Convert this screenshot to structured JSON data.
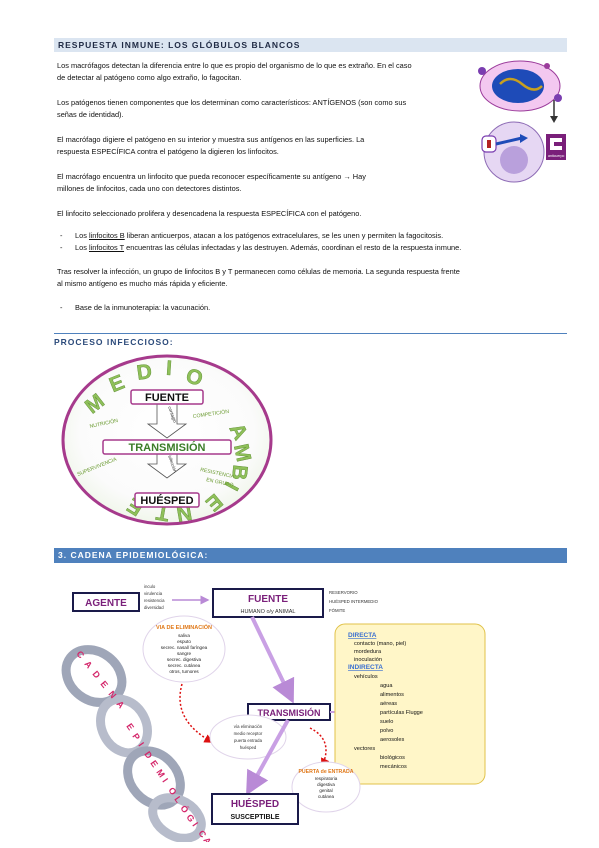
{
  "section1": {
    "header": "RESPUESTA INMUNE: LOS GLÓBULOS BLANCOS",
    "p1": "Los macrófagos detectan la diferencia entre lo que es propio del organismo de lo que es extraño. En el caso",
    "p1b": "de detectar al patógeno como algo extraño, lo fagocitan.",
    "p2": "Los patógenos tienen componentes que los determinan como característicos: ANTÍGENOS (son como sus",
    "p2b": "señas de identidad).",
    "p3": "El macrófago digiere el patógeno en su interior y muestra sus antígenos en las superficies. La",
    "p3b": "respuesta ESPECÍFICA contra el patógeno la digieren los linfocitos.",
    "p4": "El macrófago encuentra un linfocito que pueda reconocer específicamente su antígeno → Hay",
    "p4b": "millones de linfocitos, cada uno con detectores distintos.",
    "p5": "El linfocito seleccionado prolifera y desencadena la respuesta ESPECÍFICA con el patógeno.",
    "b1_pre": "Los ",
    "b1_u": "linfocitos B",
    "b1_post": " liberan anticuerpos, atacan a los patógenos extracelulares, se les unen y permiten la fagocitosis.",
    "b2_pre": "Los ",
    "b2_u": "linfocitos T",
    "b2_post": " encuentras las células infectadas y las destruyen. Además, coordinan el resto de la respuesta inmune.",
    "p6": "Tras resolver la infección, un grupo de linfocitos B y T permanecen como células de memoria. La segunda respuesta frente",
    "p6b": "al mismo antígeno es mucho más rápida y eficiente.",
    "b3": "Base de la inmunoterapia: la vacunación.",
    "dash": "-",
    "illus_label": "anticuerpo"
  },
  "section2": {
    "header": "PROCESO INFECCIOSO:",
    "arc_letters": [
      "M",
      "E",
      "D",
      "I",
      "O",
      "A",
      "M",
      "B",
      "I",
      "E",
      "N",
      "T",
      "E"
    ],
    "fuente": "FUENTE",
    "transmision": "TRANSMISIÓN",
    "huesped": "HUÉSPED",
    "contagio": "contagio",
    "infeccion": "infección",
    "nutricion": "NUTRICIÓN",
    "competicion": "COMPETICIÓN",
    "supervivencia": "SUPERVIVENCIA",
    "resistencia": "RESISTENCIA",
    "en_grupo": "EN GRUPO"
  },
  "section3": {
    "header": "3. CADENA EPIDEMIOLÓGICA:",
    "agente": "AGENTE",
    "agente_notes": [
      "inculo",
      "virulencia",
      "resistencia",
      "diversidad"
    ],
    "fuente": "FUENTE",
    "fuente_sub": "HUMANO  o/y  ANIMAL",
    "fuente_notes": [
      "RESERVORIO",
      "HUÉSPED INTERMEDIO",
      "FÓMITE"
    ],
    "via_title": "VIA DE ELIMINACIÓN",
    "via_items": [
      "saliva",
      "esputo",
      "secrec. nasal/ faríngea",
      "sangre",
      "secrec. digestiva",
      "secrec. cutánea",
      "otros, tumores"
    ],
    "transmision": "TRANSMISIÓN",
    "trans_notes": [
      "vía eliminación",
      "medio receptor",
      "puerta entrada",
      "huésped"
    ],
    "directa_title": "DIRECTA",
    "directa_items": [
      "contacto (mano, piel)",
      "mordedura",
      "inoculación"
    ],
    "indirecta_title": "INDIRECTA",
    "vehiculos": "vehículos",
    "veh_items": [
      "agua",
      "alimentos",
      "aéreas",
      "partículas Flugge",
      "suelo",
      "polvo",
      "aerosoles"
    ],
    "vectores": "vectores",
    "vec_items": [
      "biológicos",
      "mecánicos"
    ],
    "puerta_title": "PUERTA de ENTRADA",
    "puerta_items": [
      "respiratoria",
      "digestiva",
      "genital",
      "cutánea"
    ],
    "huesped": "HUÉSPED",
    "susceptible": "SUSCEPTIBLE",
    "cadena_letters": [
      "C",
      "A",
      "D",
      "E",
      "N",
      "A",
      "E",
      "P",
      "I",
      "D",
      "E",
      "M",
      "I",
      "O",
      "L",
      "Ó",
      "G",
      "I",
      "C",
      "A"
    ]
  }
}
